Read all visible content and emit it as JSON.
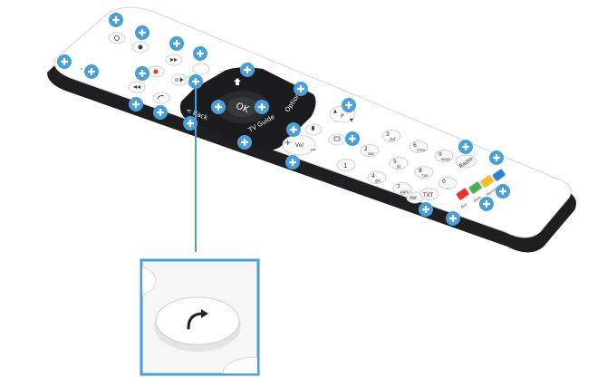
{
  "colors": {
    "accent": "#4a9fd8",
    "remote_body": "#ffffff",
    "remote_shadow": "#1f1f22",
    "nav_panel": "#1c1c1e",
    "red_key": "#e8322c",
    "green_key": "#4cae4c",
    "yellow_key": "#f2c21b",
    "blue_key": "#2d7fd6"
  },
  "remote": {
    "ok_label": "OK",
    "back_label": "< Back",
    "tv_guide_label": "TV Guide",
    "options_label": "Options",
    "vol_label": "Vol",
    "vol_plus": "+",
    "vol_minus": "−",
    "p_label": "P",
    "p_up": "▲",
    "p_down": "▼",
    "radio_label": "Radio",
    "txt_label": "TXT",
    "pdf_label": "PDF",
    "red_caption": "Dial",
    "green_caption": "Mute",
    "yellow_caption": "Record",
    "blue_caption": "Prefs",
    "digits": [
      {
        "n": "1",
        "sub": ""
      },
      {
        "n": "2",
        "sub": "abc"
      },
      {
        "n": "3",
        "sub": "def"
      },
      {
        "n": "4",
        "sub": "ghi"
      },
      {
        "n": "5",
        "sub": "jkl"
      },
      {
        "n": "6",
        "sub": "mno"
      },
      {
        "n": "7",
        "sub": "pqrs"
      },
      {
        "n": "8",
        "sub": "tuv"
      },
      {
        "n": "9",
        "sub": "wxyz"
      },
      {
        "n": "0",
        "sub": "_"
      }
    ]
  },
  "icons": {
    "hotspot": "plus-circle-icon",
    "zoom_button": "redo-arrow-icon"
  }
}
